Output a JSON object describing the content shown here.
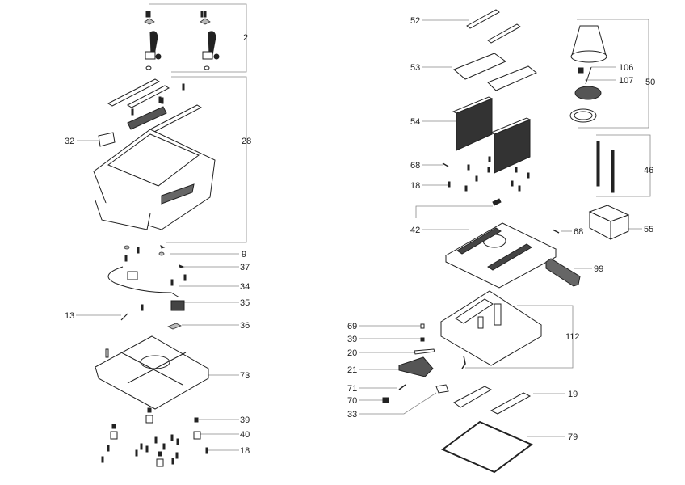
{
  "diagram": {
    "type": "exploded-parts-diagram",
    "callouts": [
      {
        "id": "c2",
        "label": "2"
      },
      {
        "id": "c28",
        "label": "28"
      },
      {
        "id": "c32",
        "label": "32"
      },
      {
        "id": "c9",
        "label": "9"
      },
      {
        "id": "c37",
        "label": "37"
      },
      {
        "id": "c34",
        "label": "34"
      },
      {
        "id": "c35",
        "label": "35"
      },
      {
        "id": "c13",
        "label": "13"
      },
      {
        "id": "c36",
        "label": "36"
      },
      {
        "id": "c73",
        "label": "73"
      },
      {
        "id": "c39a",
        "label": "39"
      },
      {
        "id": "c40",
        "label": "40"
      },
      {
        "id": "c18a",
        "label": "18"
      },
      {
        "id": "c52",
        "label": "52"
      },
      {
        "id": "c53",
        "label": "53"
      },
      {
        "id": "c54",
        "label": "54"
      },
      {
        "id": "c68a",
        "label": "68"
      },
      {
        "id": "c18b",
        "label": "18"
      },
      {
        "id": "c42",
        "label": "42"
      },
      {
        "id": "c106",
        "label": "106"
      },
      {
        "id": "c107",
        "label": "107"
      },
      {
        "id": "c50",
        "label": "50"
      },
      {
        "id": "c46",
        "label": "46"
      },
      {
        "id": "c55",
        "label": "55"
      },
      {
        "id": "c68b",
        "label": "68"
      },
      {
        "id": "c99",
        "label": "99"
      },
      {
        "id": "c112",
        "label": "112"
      },
      {
        "id": "c69",
        "label": "69"
      },
      {
        "id": "c39b",
        "label": "39"
      },
      {
        "id": "c20",
        "label": "20"
      },
      {
        "id": "c21",
        "label": "21"
      },
      {
        "id": "c71",
        "label": "71"
      },
      {
        "id": "c70",
        "label": "70"
      },
      {
        "id": "c33",
        "label": "33"
      },
      {
        "id": "c19",
        "label": "19"
      },
      {
        "id": "c79",
        "label": "79"
      }
    ]
  }
}
